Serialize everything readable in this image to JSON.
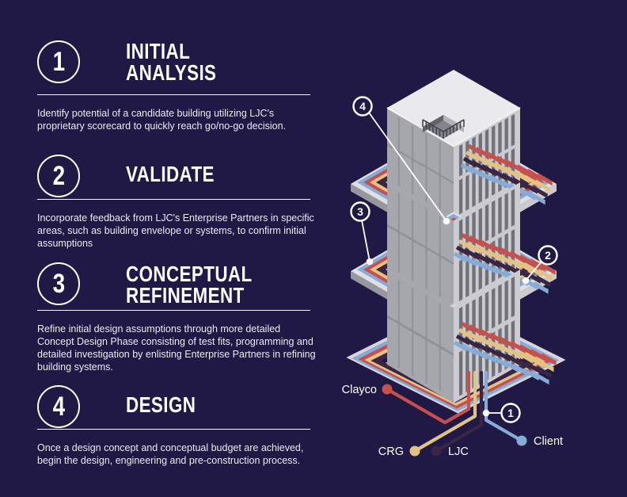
{
  "colors": {
    "bg": "#201845",
    "text": "#ffffff",
    "clayco": "#c6504b",
    "crg": "#e3c285",
    "ljc": "#3b2544",
    "client": "#86abd7"
  },
  "steps": [
    {
      "number": "1",
      "title_lines": [
        "INITIAL",
        "ANALYSIS"
      ],
      "description": "Identify potential of a candidate building utilizing LJC's proprietary scorecard to quickly reach go/no-go decision."
    },
    {
      "number": "2",
      "title_lines": [
        "VALIDATE"
      ],
      "description": "Incorporate feedback from LJC's Enterprise Partners in specific areas, such as building envelope or systems, to confirm initial assumptions"
    },
    {
      "number": "3",
      "title_lines": [
        "CONCEPTUAL",
        "REFINEMENT"
      ],
      "description": "Refine initial design assumptions through more detailed Concept Design Phase consisting of test fits, programming and detailed investigation by enlisting Enterprise Partners in refining building systems."
    },
    {
      "number": "4",
      "title_lines": [
        "DESIGN"
      ],
      "description": "Once a design concept and conceptual budget are achieved, begin the design, engineering and pre-construction process."
    }
  ],
  "diagram": {
    "callouts": [
      "1",
      "2",
      "3",
      "4"
    ],
    "legend": [
      {
        "label": "Clayco",
        "color": "#c6504b"
      },
      {
        "label": "CRG",
        "color": "#e3c285"
      },
      {
        "label": "LJC",
        "color": "#3b2544"
      },
      {
        "label": "Client",
        "color": "#86abd7"
      }
    ]
  }
}
